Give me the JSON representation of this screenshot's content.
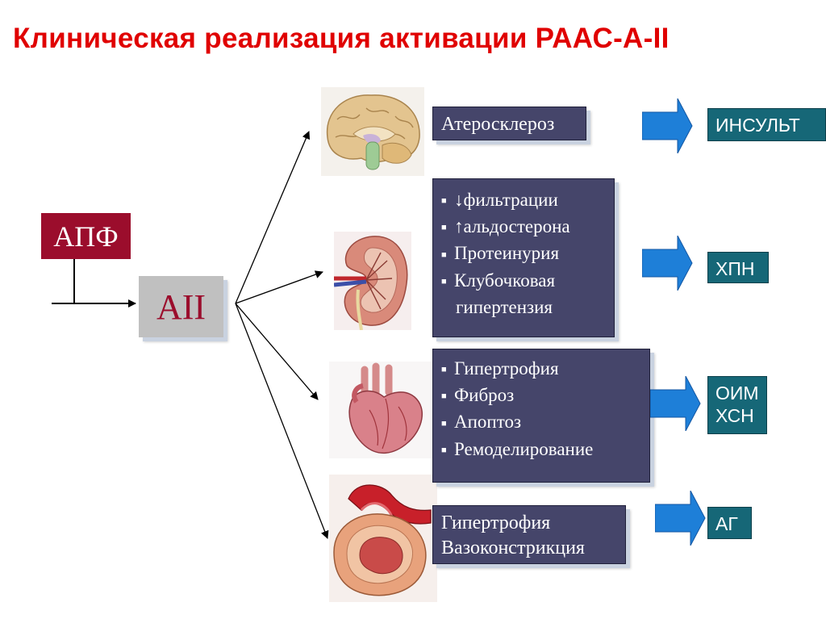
{
  "title": "Клиническая реализация активации РААС-А-II",
  "source": "АПФ",
  "hub": "AII",
  "organs": {
    "brain": {
      "lines": [
        "Атеросклероз"
      ],
      "outcome": [
        "ИНСУЛЬТ"
      ]
    },
    "kidney": {
      "items": [
        "↓фильтрации",
        "↑альдостерона",
        "Протеинурия",
        "Клубочковая"
      ],
      "continuation": "гипертензия",
      "outcome": [
        "ХПН"
      ]
    },
    "heart": {
      "items": [
        "Гипертрофия",
        "Фиброз",
        "Апоптоз",
        "Ремоделирование"
      ],
      "outcome": [
        "ОИМ",
        "ХСН"
      ]
    },
    "vessel": {
      "lines": [
        "Гипертрофия",
        "Вазоконстрикция"
      ],
      "outcome": [
        "АГ"
      ]
    }
  },
  "colors": {
    "title": "#e00000",
    "source_box": "#9b0d2c",
    "hub_box": "#c0c0c0",
    "effect_box": "#45456a",
    "outcome_box": "#166777",
    "arrow": "#1e7fd8"
  },
  "icons": [
    "brain-image",
    "kidney-image",
    "heart-image",
    "artery-image",
    "right-arrow-icon"
  ]
}
